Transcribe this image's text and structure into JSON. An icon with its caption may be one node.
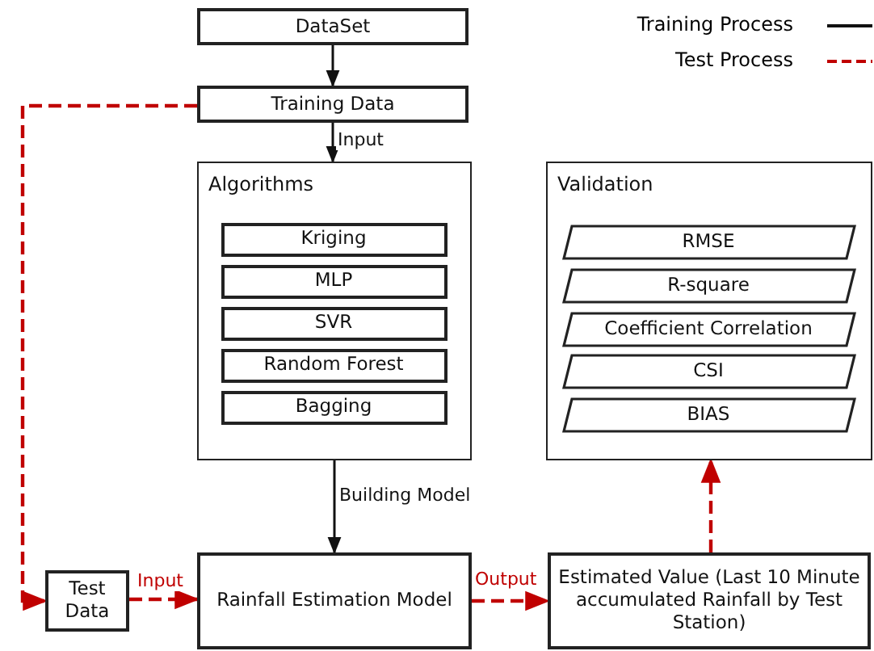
{
  "diagram": {
    "nodes": [
      {
        "text": [
          "DataSet"
        ]
      },
      {
        "text": [
          "Training Data"
        ]
      },
      {
        "text": [
          "Algorithms"
        ]
      },
      {
        "text": [
          "Kriging"
        ],
        "in": 2
      },
      {
        "text": [
          "MLP"
        ],
        "in": 2
      },
      {
        "text": [
          "SVR"
        ],
        "in": 2
      },
      {
        "text": [
          "Random Forest"
        ],
        "in": 2
      },
      {
        "text": [
          "Bagging"
        ],
        "in": 2
      },
      {
        "text": [
          "Validation"
        ]
      },
      {
        "text": [
          "RMSE"
        ],
        "in": 8
      },
      {
        "text": [
          "R-square"
        ],
        "in": 8
      },
      {
        "text": [
          "Coefficient Correlation"
        ],
        "in": 8
      },
      {
        "text": [
          "CSI"
        ],
        "in": 8
      },
      {
        "text": [
          "BIAS"
        ],
        "in": 8
      },
      {
        "text": [
          "Test Data"
        ]
      },
      {
        "text": [
          "Rainfall Estimation Model"
        ]
      },
      {
        "text": [
          "Estimated Value (Last 10 Minute accumulated Rainfall by Test Station)"
        ]
      }
    ],
    "edges": [
      {
        "from": 0,
        "to": 1,
        "arrow": "to",
        "color": "#111111"
      },
      {
        "from": 1,
        "to": 2,
        "arrow": "to",
        "label": "Input",
        "color": "#111111"
      },
      {
        "from": 2,
        "to": 15,
        "arrow": "to",
        "label": "Building Model",
        "color": "#111111"
      },
      {
        "from": 1,
        "to": 14,
        "arrow": "to",
        "style": "dashed",
        "color": "#c00000"
      },
      {
        "from": 14,
        "to": 15,
        "arrow": "to",
        "label": "Input",
        "style": "dashed",
        "color": "#c00000"
      },
      {
        "from": 15,
        "to": 16,
        "arrow": "to",
        "label": "Output",
        "style": "dashed",
        "color": "#c00000"
      },
      {
        "from": 16,
        "to": 8,
        "arrow": "to",
        "style": "dashed",
        "color": "#c00000"
      }
    ],
    "legend": [
      {
        "text": "Training Process"
      },
      {
        "text": "Test Process"
      }
    ]
  }
}
